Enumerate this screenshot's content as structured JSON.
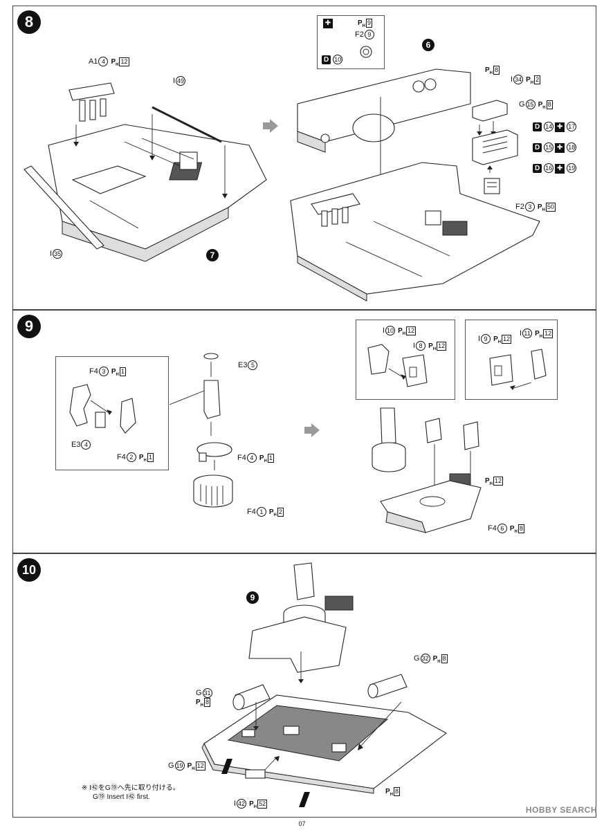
{
  "steps": {
    "s8": "8",
    "s9": "9",
    "s10": "10"
  },
  "ph": {
    "p": "P",
    "h": "H"
  },
  "step8": {
    "a1": {
      "part": "A1",
      "num": "4",
      "ph": "12"
    },
    "i49": {
      "part": "I",
      "num": "49"
    },
    "i35": {
      "part": "I",
      "num": "35"
    },
    "ref7": "7",
    "ref6": "6",
    "inset": {
      "p9": "9",
      "f2": "F2",
      "f2n": "9",
      "d": "D",
      "d10": "10"
    },
    "pedal_ph": "8",
    "i34": {
      "part": "I",
      "num": "34",
      "ph": "2"
    },
    "g15": {
      "part": "G",
      "num": "15",
      "ph": "8"
    },
    "decal_rows": [
      {
        "d": "14",
        "c": "17"
      },
      {
        "d": "15",
        "c": "18"
      },
      {
        "d": "16",
        "c": "19"
      }
    ],
    "f2b": {
      "part": "F2",
      "num": "3",
      "ph": "50"
    }
  },
  "step9": {
    "f43": {
      "part": "F4",
      "num": "3",
      "ph": "1"
    },
    "e34": {
      "part": "E3",
      "num": "4"
    },
    "f42": {
      "part": "F4",
      "num": "2",
      "ph": "1"
    },
    "e35": {
      "part": "E3",
      "num": "5"
    },
    "f44": {
      "part": "F4",
      "num": "4",
      "ph": "1"
    },
    "f41": {
      "part": "F4",
      "num": "1",
      "ph": "2"
    },
    "i10": {
      "part": "I",
      "num": "10",
      "ph": "12"
    },
    "i8": {
      "part": "I",
      "num": "8",
      "ph": "12"
    },
    "i9": {
      "part": "I",
      "num": "9",
      "ph": "12"
    },
    "i11": {
      "part": "I",
      "num": "11",
      "ph": "12"
    },
    "ph12": "12",
    "f46": {
      "part": "F4",
      "num": "6",
      "ph": "8"
    }
  },
  "step10": {
    "ref9": "9",
    "g32": {
      "part": "G",
      "num": "32",
      "ph": "8"
    },
    "g31": {
      "part": "G",
      "num": "31",
      "ph": "8"
    },
    "g19": {
      "part": "G",
      "num": "19",
      "ph": "12"
    },
    "i42": {
      "part": "I",
      "num": "42",
      "ph": "52"
    },
    "floor_ph": "8",
    "note_jp": "※ I㊷をG⑲へ先に取り付ける。",
    "note_en": "G⑲ Insert I㊷ first."
  },
  "footer": {
    "page": "07",
    "watermark": "HOBBY SEARCH"
  }
}
